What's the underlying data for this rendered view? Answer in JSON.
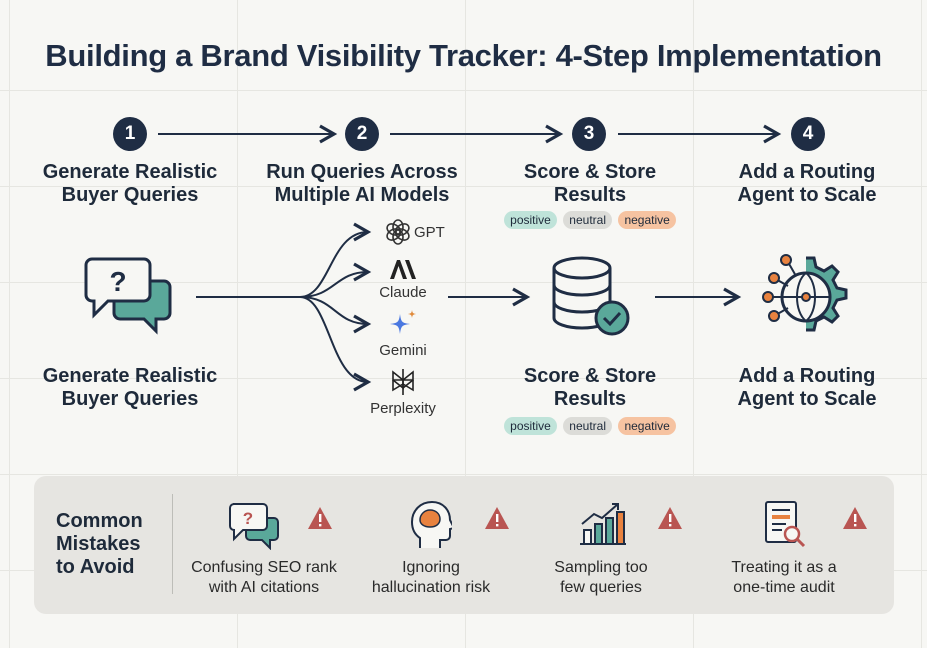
{
  "title": "Building a Brand Visibility Tracker: 4-Step Implementation",
  "steps": [
    {
      "number": "1",
      "title_line1": "Generate Realistic",
      "title_line2": "Buyer Queries"
    },
    {
      "number": "2",
      "title_line1": "Run Queries Across",
      "title_line2": "Multiple AI Models"
    },
    {
      "number": "3",
      "title_line1": "Score & Store",
      "title_line2": "Results"
    },
    {
      "number": "4",
      "title_line1": "Add a Routing",
      "title_line2": "Agent to Scale"
    }
  ],
  "sentiment_pills": {
    "positive": "positive",
    "neutral": "neutral",
    "negative": "negative"
  },
  "models": [
    {
      "name": "GPT",
      "icon": "openai-icon"
    },
    {
      "name": "Claude",
      "icon": "anthropic-icon"
    },
    {
      "name": "Gemini",
      "icon": "gemini-sparkle-icon"
    },
    {
      "name": "Perplexity",
      "icon": "perplexity-icon"
    }
  ],
  "lower_labels": {
    "query_line1": "Generate Realistic",
    "query_line2": "Buyer Queries",
    "score_line1": "Score & Store",
    "score_line2": "Results",
    "route_line1": "Add a Routing",
    "route_line2": "Agent to Scale"
  },
  "mistakes": {
    "heading_line1": "Common",
    "heading_line2": "Mistakes",
    "heading_line3": "to Avoid",
    "items": [
      {
        "line1": "Confusing SEO rank",
        "line2": "with AI citations",
        "icon": "chat-question-icon"
      },
      {
        "line1": "Ignoring",
        "line2": "hallucination risk",
        "icon": "brain-head-icon"
      },
      {
        "line1": "Sampling too",
        "line2": "few queries",
        "icon": "bar-chart-icon"
      },
      {
        "line1": "Treating it as a",
        "line2": "one-time audit",
        "icon": "document-search-icon"
      }
    ]
  },
  "colors": {
    "navy": "#1f2d44",
    "teal": "#5aa89a",
    "orange": "#e8823f",
    "warning": "#b95552"
  }
}
